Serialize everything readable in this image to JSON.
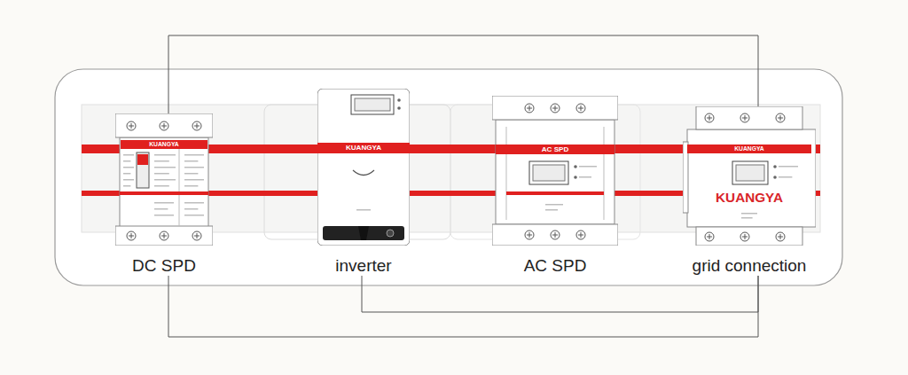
{
  "diagram": {
    "nodes": [
      {
        "text": [
          "KUANGYA",
          "DC SPD"
        ]
      },
      {
        "text": [
          "KUANGYA",
          "inverter"
        ]
      },
      {
        "text": [
          "AC SPD",
          "AC SPD"
        ]
      },
      {
        "text": [
          "KUANGYA",
          "KUANGYA",
          "grid connection"
        ]
      }
    ],
    "edges": [
      {
        "from": 0,
        "to": 3,
        "arrow": "none"
      },
      {
        "from": 0,
        "to": 3,
        "arrow": "none"
      },
      {
        "from": 1,
        "to": 3,
        "arrow": "none"
      }
    ]
  }
}
